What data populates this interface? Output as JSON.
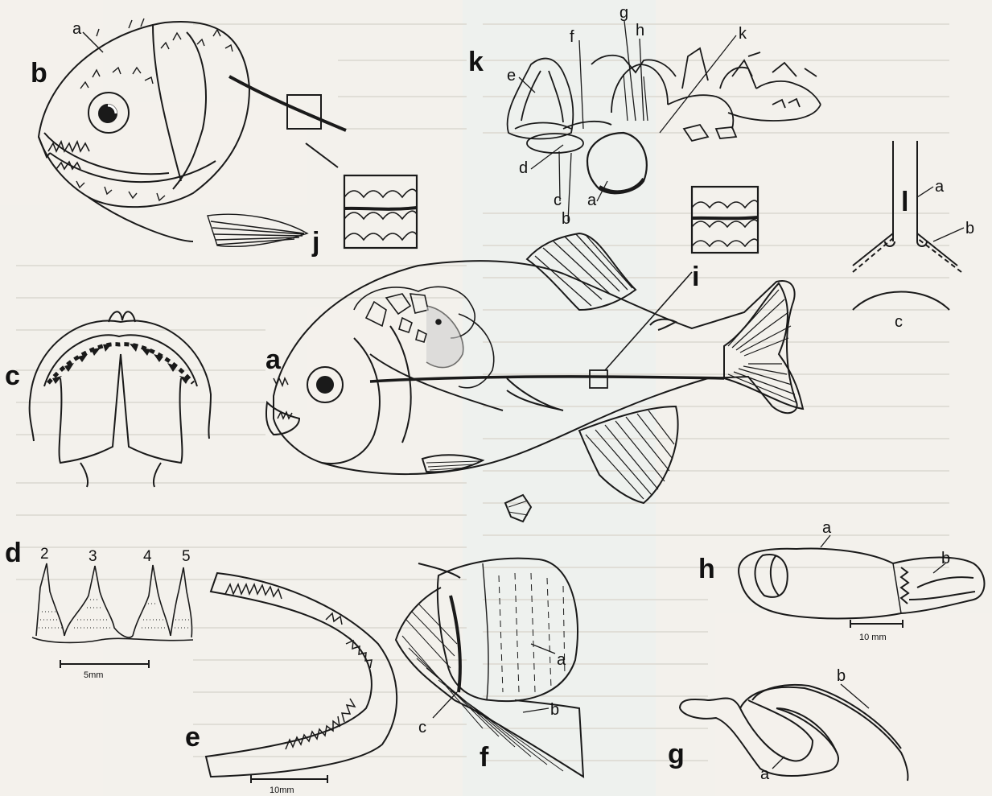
{
  "panels": {
    "a": "a",
    "b": "b",
    "c": "c",
    "d": "d",
    "e": "e",
    "f": "f",
    "g": "g",
    "h": "h",
    "i": "i",
    "j": "j",
    "k": "k",
    "l": "l"
  },
  "labels": {
    "b_a": "a",
    "k_e": "e",
    "k_f": "f",
    "k_g": "g",
    "k_h": "h",
    "k_k": "k",
    "k_d": "d",
    "k_c": "c",
    "k_b": "b",
    "k_a": "a",
    "l_a": "a",
    "l_b": "b",
    "l_c": "c",
    "d_2": "2",
    "d_3": "3",
    "d_4": "4",
    "d_5": "5",
    "f_a": "a",
    "f_b": "b",
    "f_c": "c",
    "h_a": "a",
    "h_b": "b",
    "g_a": "a",
    "g_b": "b"
  },
  "scale_bars": {
    "d": "5mm",
    "e": "10mm",
    "h": "10 mm"
  },
  "colors": {
    "ink": "#1a1a1a",
    "paper": "#f3f1ec",
    "show_through": "#d9d6cf",
    "tint": "#e2ecef"
  }
}
